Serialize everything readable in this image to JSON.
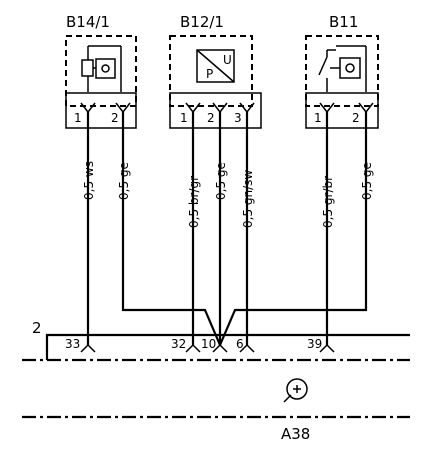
{
  "components": {
    "b14": {
      "label": "B14/1",
      "pins": [
        "1",
        "2"
      ]
    },
    "b12": {
      "label": "B12/1",
      "pins": [
        "1",
        "2",
        "3"
      ],
      "symbol_text": [
        "P",
        "U"
      ]
    },
    "b11": {
      "label": "B11",
      "pins": [
        "1",
        "2"
      ]
    }
  },
  "wires": {
    "b14_1": "0,5 ws",
    "b14_2": "0,5 ge",
    "b12_1": "0,5 br/gr",
    "b12_2": "0,5 ge",
    "b12_3": "0,5 gn/sw",
    "b11_1": "0,5 gr/br",
    "b11_2": "0,5 ge"
  },
  "module": {
    "label": "A38",
    "connector_label": "2",
    "pins": [
      "33",
      "32",
      "10",
      "6",
      "39"
    ]
  }
}
